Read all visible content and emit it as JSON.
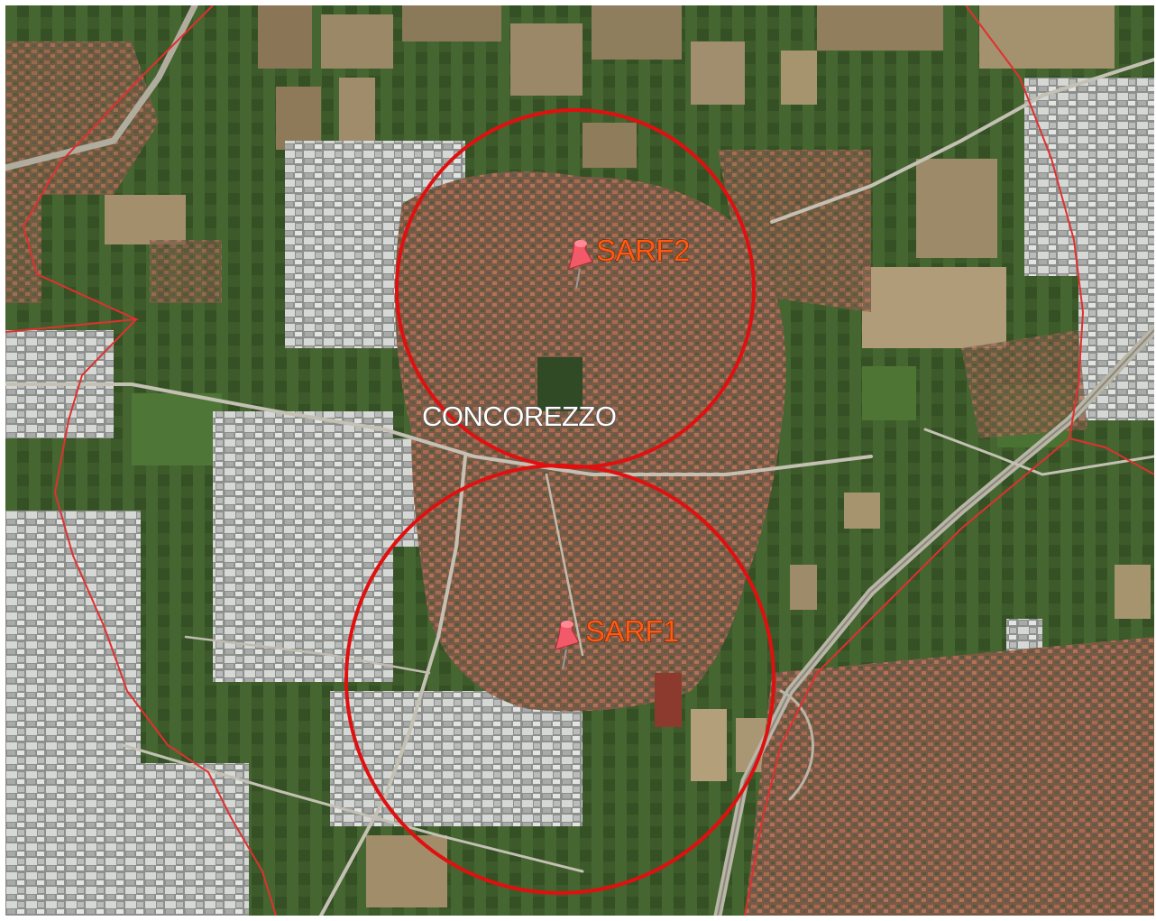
{
  "map": {
    "base_layer": "satellite-imagery",
    "place_label": "CONCOREZZO",
    "markers": [
      {
        "label": "SARF2",
        "icon": "pushpin-icon"
      },
      {
        "label": "SARF1",
        "icon": "pushpin-icon"
      }
    ],
    "colors": {
      "circle": "#e01010",
      "boundary": "#e03030",
      "marker_label": "#ff5a14",
      "pin": "#f25a6a",
      "place_label": "#ffffff"
    }
  }
}
